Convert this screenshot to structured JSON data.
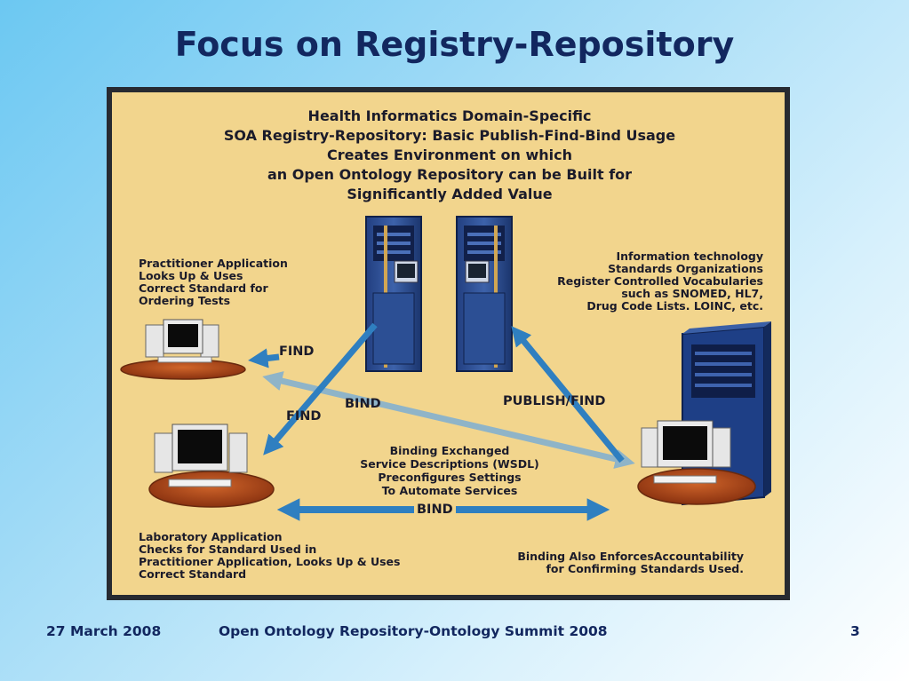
{
  "slide": {
    "title": "Focus on Registry-Repository"
  },
  "diagram": {
    "headline": [
      "Health Informatics Domain-Specific",
      "SOA Registry-Repository: Basic Publish-Find-Bind Usage",
      "Creates Environment on which",
      "an Open Ontology Repository can be Built for",
      "Significantly Added Value"
    ],
    "practitioner_note": [
      "Practitioner Application",
      "Looks Up & Uses",
      "Correct Standard for",
      "Ordering Tests"
    ],
    "sdo_note": [
      "Information technology",
      "Standards Organizations",
      "Register Controlled Vocabularies",
      "such as SNOMED, HL7,",
      "Drug Code Lists. LOINC, etc."
    ],
    "arrow_labels": {
      "find_top": "FIND",
      "bind_middle": "BIND",
      "find_lower": "FIND",
      "publish_find": "PUBLISH/FIND",
      "bind_bottom": "BIND"
    },
    "binding_note": [
      "Binding Exchanged",
      "Service Descriptions (WSDL)",
      "Preconfigures Settings",
      "To Automate Services"
    ],
    "laboratory_note": [
      "Laboratory Application",
      "Checks for Standard Used in",
      "Practitioner Application, Looks Up & Uses",
      "Correct Standard"
    ],
    "accountability_note": [
      "Binding Also EnforcesAccountability",
      "for Confirming Standards Used."
    ],
    "colors": {
      "panel": "#f2d58d",
      "arrow": "#2f7fc0",
      "rack": "#1e3f86",
      "desk": "#a84418"
    }
  },
  "footer": {
    "date": "27 March 2008",
    "event": "Open Ontology Repository-Ontology Summit 2008",
    "page_number": "3"
  }
}
